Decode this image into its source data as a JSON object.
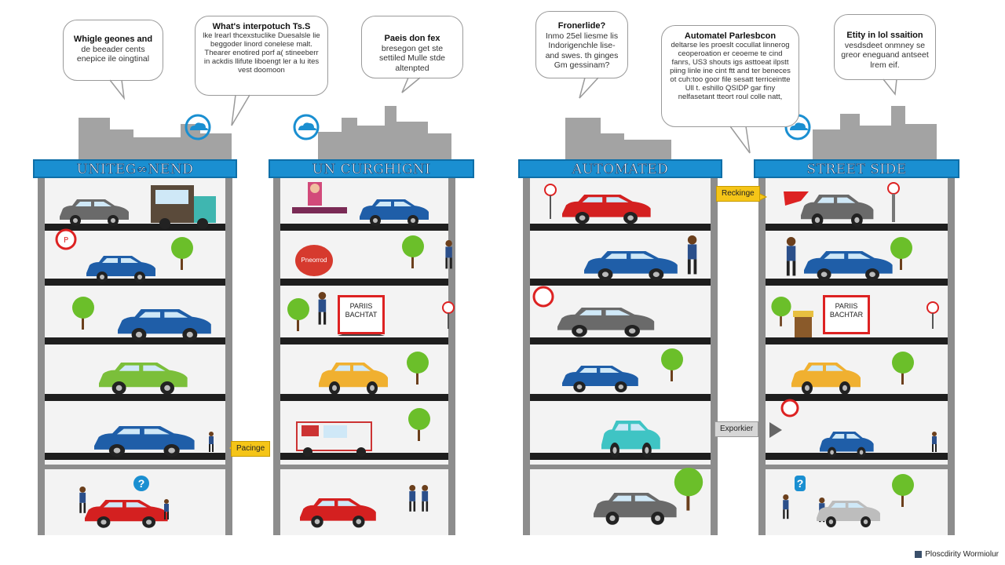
{
  "bubbles": [
    {
      "title": "Whigle geones and",
      "body": "de beeader cents enepice ile oingtinal"
    },
    {
      "title": "What's interpotuch Ts.S",
      "body": "lke lrearl thcexstuclike Duesalsle lie beggoder linord conelese malt. Thearer enotired porf a( stineeberr in ackdis llifute liboengt ler a lu ites vest doomoon"
    },
    {
      "title": "Paeis don fex",
      "body": "bresegon get ste settiled Mulle stde altenpted"
    },
    {
      "title": "Fronerlide?",
      "body": "Inmo 25el liesme lis Indorigenchle lise- and swes. th ginges Gm gessinam?"
    },
    {
      "title": "Automatel Parlesbcon",
      "body": "deltarse les proeslt cocullat linnerog ceoperoation er ceoeme te cind fanrs, US3 shouts igs asttoeat ilpstt piing linle ine cint ftt and ter beneces ot cuh:too goor file sesatt terriceintte Ull t. eshillo QSIDP gar finy nelfasetant tteort roul colle natt,"
    },
    {
      "title": "Etity in lol ssaition",
      "body": "vesdsdeet onmney se greor eneguand antseet lrem eif."
    }
  ],
  "banners": [
    "UNITEG∞NEND",
    "UN CURGHIGNI",
    "AUTOMATED",
    "STREET SIDE"
  ],
  "side_tags": [
    "Reckinge",
    "Pacinge",
    "Exporkier"
  ],
  "signs": [
    {
      "line1": "PARIIS",
      "line2": "BACHTAT"
    },
    {
      "line1": "PARIIS",
      "line2": "BACHTAR"
    }
  ],
  "round_sign": "Pneorrod",
  "question_mark": "?",
  "footer": "Ploscdirity Wormiolur",
  "colors": {
    "banner": "#1a8fd1",
    "floor": "#1e1e1e",
    "wall": "#8d8d8d",
    "tag_yellow": "#f5c518",
    "sign_red": "#d22222"
  }
}
